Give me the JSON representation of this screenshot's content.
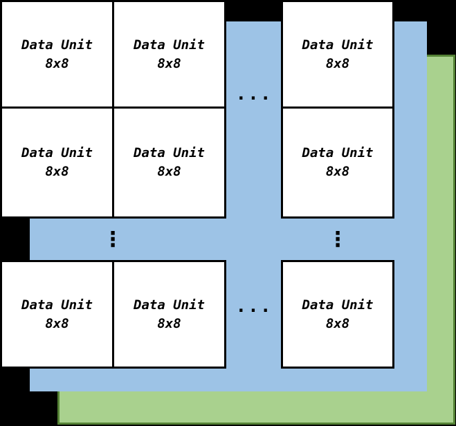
{
  "colors": {
    "background": "#000000",
    "blue_layer": "#9DC3E6",
    "green_layer": "#A9D18E",
    "green_border": "#548235",
    "unit_fill": "#FFFFFF",
    "unit_border": "#000000",
    "text_color": "#000000"
  },
  "units": [
    {
      "row": 1,
      "col": 1,
      "line1": "Data Unit",
      "line2": "8x8"
    },
    {
      "row": 1,
      "col": 2,
      "line1": "Data Unit",
      "line2": "8x8"
    },
    {
      "row": 1,
      "col": 3,
      "line1": "Data Unit",
      "line2": "8x8"
    },
    {
      "row": 2,
      "col": 1,
      "line1": "Data Unit",
      "line2": "8x8"
    },
    {
      "row": 2,
      "col": 2,
      "line1": "Data Unit",
      "line2": "8x8"
    },
    {
      "row": 2,
      "col": 3,
      "line1": "Data Unit",
      "line2": "8x8"
    },
    {
      "row": 3,
      "col": 1,
      "line1": "Data Unit",
      "line2": "8x8"
    },
    {
      "row": 3,
      "col": 2,
      "line1": "Data Unit",
      "line2": "8x8"
    },
    {
      "row": 3,
      "col": 3,
      "line1": "Data Unit",
      "line2": "8x8"
    }
  ],
  "ellipses": {
    "column_gap_top": "...",
    "column_gap_bottom": "...",
    "row_gap_left": "⋮",
    "row_gap_right": "⋮"
  }
}
